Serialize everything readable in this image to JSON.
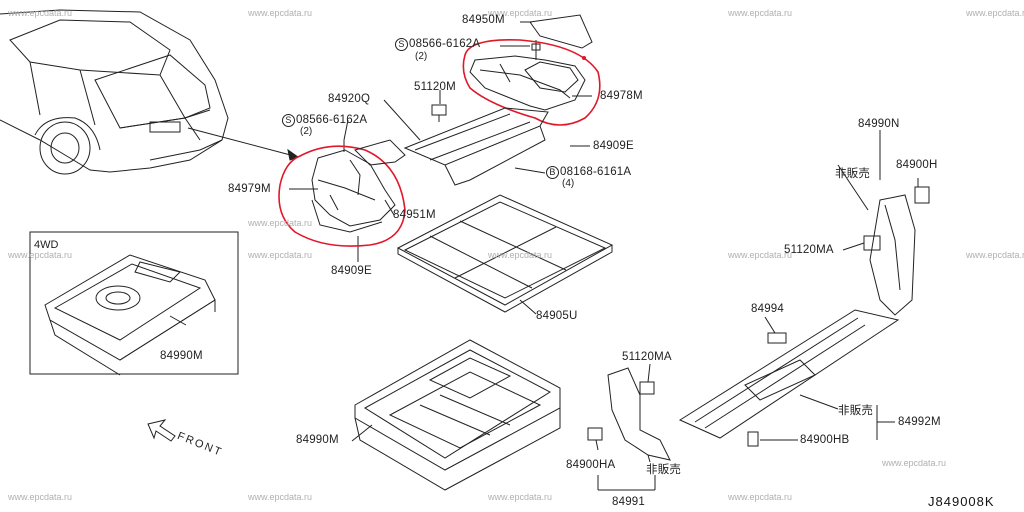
{
  "watermarks": {
    "text": "www.epcdata.ru"
  },
  "labels": {
    "p84950M": "84950M",
    "p08566_top": "08566-6162A",
    "p08566_top_qty": "(2)",
    "p84978M": "84978M",
    "p51120M": "51120M",
    "p84920Q": "84920Q",
    "p08566_left": "08566-6162A",
    "p08566_left_qty": "(2)",
    "p84909E_right": "84909E",
    "p08168": "08168-6161A",
    "p08168_qty": "(4)",
    "p84979M": "84979M",
    "p84951M": "84951M",
    "p84909E_left": "84909E",
    "p84905U": "84905U",
    "p84990N": "84990N",
    "not_sold_1": "非販売",
    "p84900H": "84900H",
    "p51120MA_right": "51120MA",
    "p84994": "84994",
    "p51120MA_center": "51120MA",
    "not_sold_2": "非販売",
    "p84992M": "84992M",
    "p84900HB": "84900HB",
    "p84990M_main": "84990M",
    "p84900HA": "84900HA",
    "not_sold_3": "非販売",
    "p84991": "84991",
    "box_title": "4WD",
    "box_part": "84990M",
    "front": "FRONT",
    "diagram_code": "J849008K",
    "symbol_S": "S",
    "symbol_B": "B"
  },
  "colors": {
    "line": "#222222",
    "highlight": "#e0182a",
    "watermark": "#b0b0b0",
    "background": "#ffffff"
  }
}
